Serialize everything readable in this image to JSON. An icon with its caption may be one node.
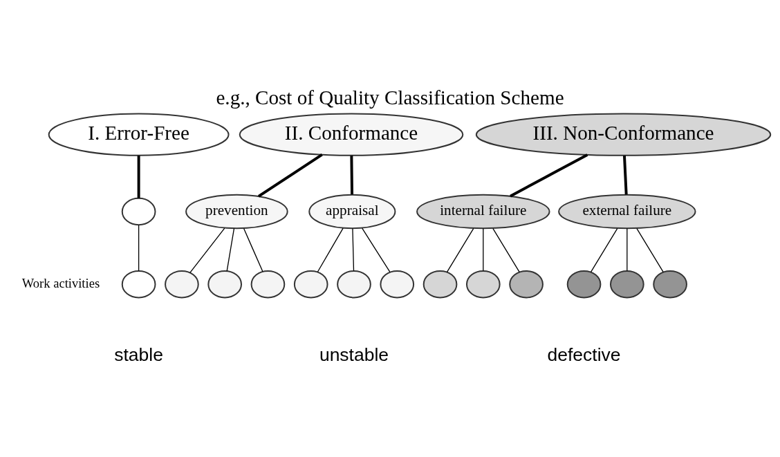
{
  "diagram": {
    "title": "e.g., Cost of Quality Classification Scheme",
    "nodes": [
      {
        "text": [
          "I. Error-Free"
        ]
      },
      {
        "text": [
          "II. Conformance"
        ]
      },
      {
        "text": [
          "III. Non-Conformance"
        ]
      },
      {
        "text": [],
        "shape": "circle"
      },
      {
        "text": [
          "prevention"
        ]
      },
      {
        "text": [
          "appraisal"
        ]
      },
      {
        "text": [
          "internal failure"
        ]
      },
      {
        "text": [
          "external failure"
        ]
      },
      {
        "text": [],
        "shape": "circle"
      },
      {
        "text": [],
        "shape": "circle"
      },
      {
        "text": [],
        "shape": "circle"
      },
      {
        "text": [],
        "shape": "circle"
      },
      {
        "text": [],
        "shape": "circle"
      },
      {
        "text": [],
        "shape": "circle"
      },
      {
        "text": [],
        "shape": "circle"
      },
      {
        "text": [],
        "shape": "circle"
      },
      {
        "text": [],
        "shape": "circle"
      },
      {
        "text": [],
        "shape": "circle"
      },
      {
        "text": [],
        "shape": "circle"
      },
      {
        "text": [],
        "shape": "circle"
      },
      {
        "text": [],
        "shape": "circle"
      }
    ],
    "edges": [
      {
        "from": 0,
        "to": 3,
        "arrow": "none",
        "style": "thick"
      },
      {
        "from": 3,
        "to": 8,
        "arrow": "none"
      },
      {
        "from": 1,
        "to": 4,
        "arrow": "none",
        "style": "thick"
      },
      {
        "from": 1,
        "to": 5,
        "arrow": "none",
        "style": "thick"
      },
      {
        "from": 2,
        "to": 6,
        "arrow": "none",
        "style": "thick"
      },
      {
        "from": 2,
        "to": 7,
        "arrow": "none",
        "style": "thick"
      },
      {
        "from": 4,
        "to": 9,
        "arrow": "none"
      },
      {
        "from": 4,
        "to": 10,
        "arrow": "none"
      },
      {
        "from": 4,
        "to": 11,
        "arrow": "none"
      },
      {
        "from": 5,
        "to": 12,
        "arrow": "none"
      },
      {
        "from": 5,
        "to": 13,
        "arrow": "none"
      },
      {
        "from": 5,
        "to": 14,
        "arrow": "none"
      },
      {
        "from": 6,
        "to": 15,
        "arrow": "none"
      },
      {
        "from": 6,
        "to": 16,
        "arrow": "none"
      },
      {
        "from": 6,
        "to": 17,
        "arrow": "none"
      },
      {
        "from": 7,
        "to": 18,
        "arrow": "none"
      },
      {
        "from": 7,
        "to": 19,
        "arrow": "none"
      },
      {
        "from": 7,
        "to": 20,
        "arrow": "none"
      }
    ],
    "labels": [
      "Work activities",
      "stable",
      "unstable",
      "defective"
    ]
  }
}
